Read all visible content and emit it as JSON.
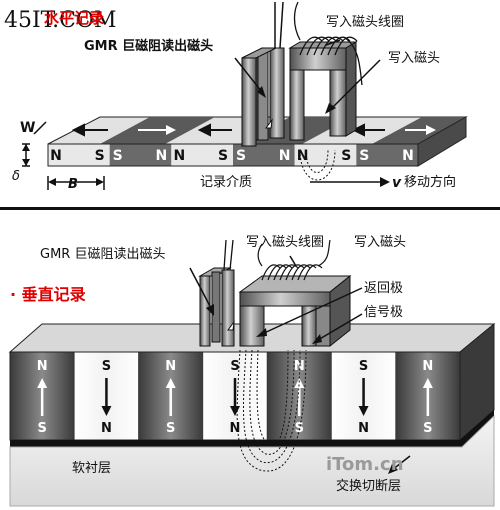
{
  "watermark_top": "45IT.COM",
  "watermark_bottom": "iTom.cn",
  "top": {
    "title": "水平记录",
    "gmr_label": "GMR 巨磁阻读出磁头",
    "write_coil_label": "写入磁头线圈",
    "write_head_label": "写入磁头",
    "w_label": "W",
    "delta_label": "δ",
    "b_label": "B",
    "medium_label": "记录介质",
    "direction_v": "v",
    "direction_label": "移动方向",
    "bar_letters": [
      "N",
      "S",
      "S",
      "N",
      "N",
      "S",
      "S",
      "N",
      "N",
      "S",
      "S",
      "N"
    ]
  },
  "bottom": {
    "title": "· 垂直记录",
    "gmr_label": "GMR 巨磁阻读出磁头",
    "write_coil_label": "写入磁头线圈",
    "write_head_label": "写入磁头",
    "return_pole_label": "返回极",
    "signal_pole_label": "信号极",
    "substrate_label": "软衬层",
    "exchange_label": "交换切断层",
    "columns": [
      {
        "top": "N",
        "bottom": "S",
        "dir": "up",
        "shade": "dark"
      },
      {
        "top": "S",
        "bottom": "N",
        "dir": "down",
        "shade": "light"
      },
      {
        "top": "N",
        "bottom": "S",
        "dir": "up",
        "shade": "dark"
      },
      {
        "top": "S",
        "bottom": "N",
        "dir": "down",
        "shade": "light"
      },
      {
        "top": "N",
        "bottom": "S",
        "dir": "up",
        "shade": "dark"
      },
      {
        "top": "S",
        "bottom": "N",
        "dir": "down",
        "shade": "light"
      },
      {
        "top": "N",
        "bottom": "S",
        "dir": "up",
        "shade": "dark"
      }
    ]
  }
}
